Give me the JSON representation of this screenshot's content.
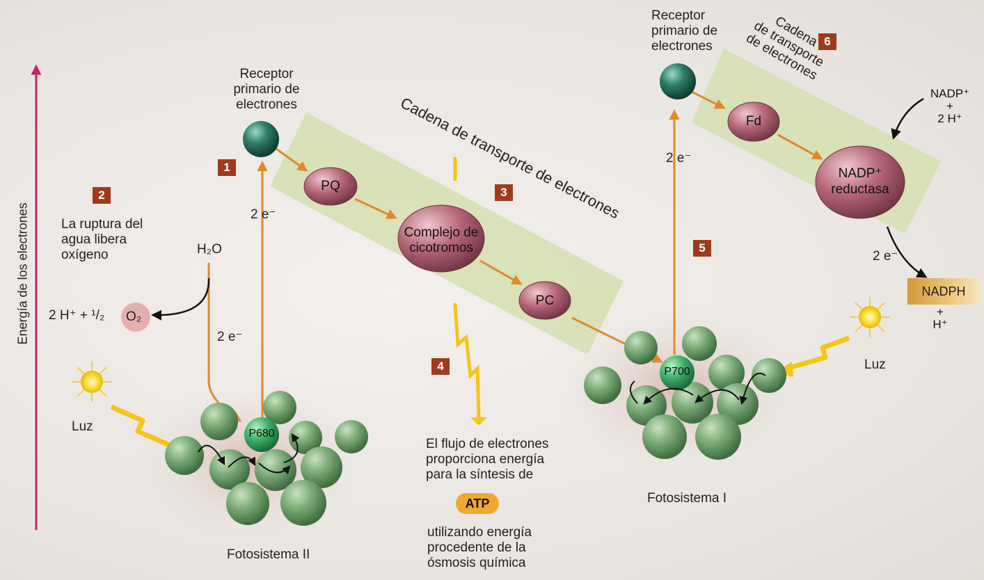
{
  "y_axis_label": "Energía de los electrones",
  "steps": {
    "s1": "1",
    "s2": "2",
    "s3": "3",
    "s4": "4",
    "s5": "5",
    "s6": "6"
  },
  "receptor_left": [
    "Receptor",
    "primario de",
    "electrones"
  ],
  "receptor_right": [
    "Receptor",
    "primario de",
    "electrones"
  ],
  "chain_left_title": "Cadena de transporte de electrones",
  "chain_right_title": [
    "Cadena",
    "de transporte",
    "de electrones"
  ],
  "water_split": [
    "La ruptura del",
    "agua libera",
    "oxígeno"
  ],
  "h2o": "H₂O",
  "products_left": "2 H⁺ + ¹/₂",
  "o2": "O₂",
  "two_e": "2 e⁻",
  "luz_left": "Luz",
  "luz_right": "Luz",
  "ps2": "Fotosistema II",
  "ps1": "Fotosistema I",
  "p680": "P680",
  "p700": "P700",
  "pq": "PQ",
  "complex": [
    "Complejo de",
    "cicotromos"
  ],
  "pc": "PC",
  "fd": "Fd",
  "nadp_reductase": [
    "NADP⁺",
    "reductasa"
  ],
  "nadp_in": [
    "NADP⁺",
    "+",
    "2 H⁺"
  ],
  "nadph": "NADPH",
  "nadph_h": [
    "+",
    "H⁺"
  ],
  "flow_text": [
    "El flujo de electrones",
    "proporciona energía",
    "para la síntesis de"
  ],
  "atp": "ATP",
  "osmosis_text": [
    "utilizando energía",
    "procedente de la",
    "ósmosis química"
  ],
  "colors": {
    "axis_arrow": "#c1246a",
    "electron_arrow": "#e08a2a",
    "chain_band": "#d6e0b4",
    "protein": "#b56577",
    "pigment": "#6f9e6c",
    "receptor": "#24705a",
    "step_box": "#9e3b1c",
    "sun": "#f5d21c"
  }
}
